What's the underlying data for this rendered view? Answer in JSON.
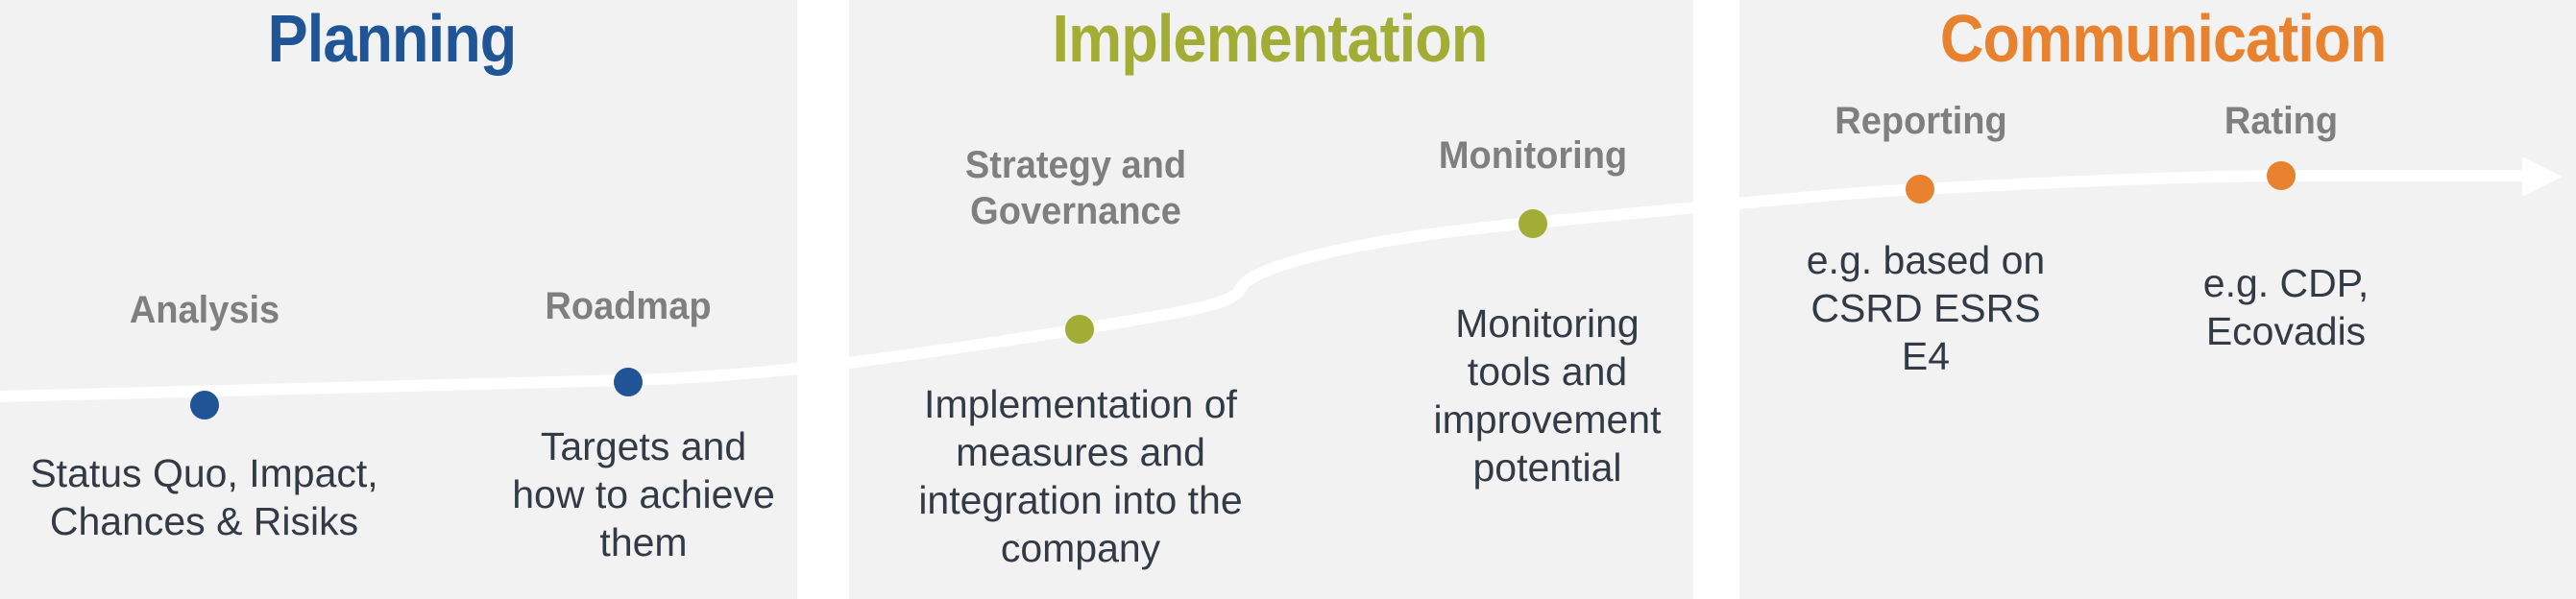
{
  "colors": {
    "planning": "#1f5496",
    "implementation": "#a2ad35",
    "communication": "#e8822e",
    "panel_bg": "#f2f2f2",
    "step_label": "#7f7f7f",
    "description": "#323a46",
    "timeline": "#ffffff"
  },
  "phases": [
    {
      "title": "Planning",
      "steps": [
        {
          "label": "Analysis",
          "description_lines": [
            "Status Quo, Impact,",
            "Chances & Risiks"
          ]
        },
        {
          "label": "Roadmap",
          "description_lines": [
            "Targets and",
            "how to achieve",
            "them"
          ]
        }
      ]
    },
    {
      "title": "Implementation",
      "steps": [
        {
          "label_lines": [
            "Strategy and",
            "Governance"
          ],
          "description_lines": [
            "Implementation of",
            "measures and",
            "integration into the",
            "company"
          ]
        },
        {
          "label": "Monitoring",
          "description_lines": [
            "Monitoring",
            "tools and",
            "improvement",
            "potential"
          ]
        }
      ]
    },
    {
      "title": "Communication",
      "steps": [
        {
          "label": "Reporting",
          "description_lines": [
            "e.g. based on",
            "CSRD ESRS",
            "E4"
          ]
        },
        {
          "label": "Rating",
          "description_lines": [
            "e.g. CDP,",
            "Ecovadis"
          ]
        }
      ]
    }
  ]
}
